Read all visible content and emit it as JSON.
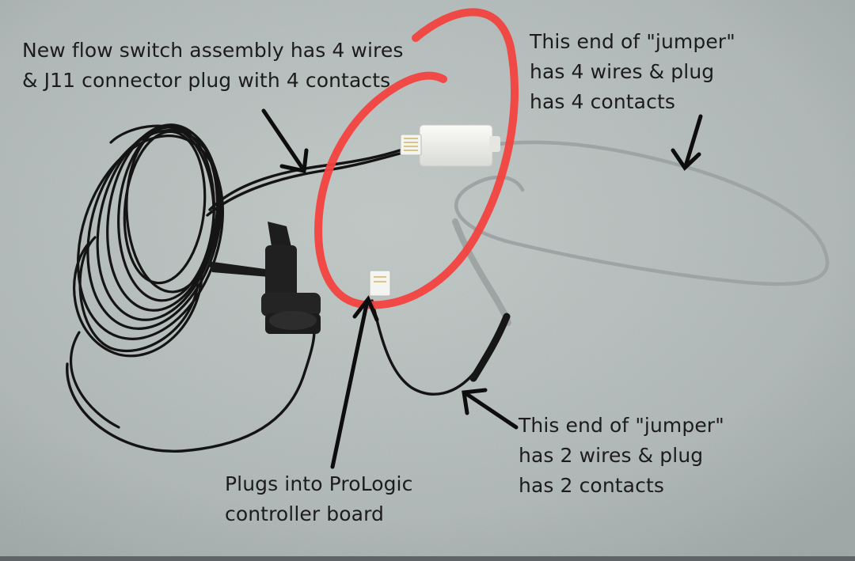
{
  "captions": {
    "flow_switch": {
      "line1": "New flow switch assembly has 4 wires",
      "line2": "& J11 connector plug with 4 contacts"
    },
    "jumper_four_wire": {
      "line1": "This end of \"jumper\"",
      "line2": "has 4 wires & plug",
      "line3": "has 4 contacts"
    },
    "jumper_two_wire": {
      "line1": "This end of \"jumper\"",
      "line2": "has 2 wires & plug",
      "line3": "has 2 contacts"
    },
    "controller_plug": {
      "line1": "Plugs into ProLogic",
      "line2": "controller board"
    }
  },
  "colors": {
    "carpet": "#b6bfbe",
    "black_cable": "#141414",
    "gray_cable": "#9ea3a4",
    "connector": "#f2f2ef",
    "highlight_circle": "#f2423f",
    "arrow": "#0d0d0d"
  }
}
